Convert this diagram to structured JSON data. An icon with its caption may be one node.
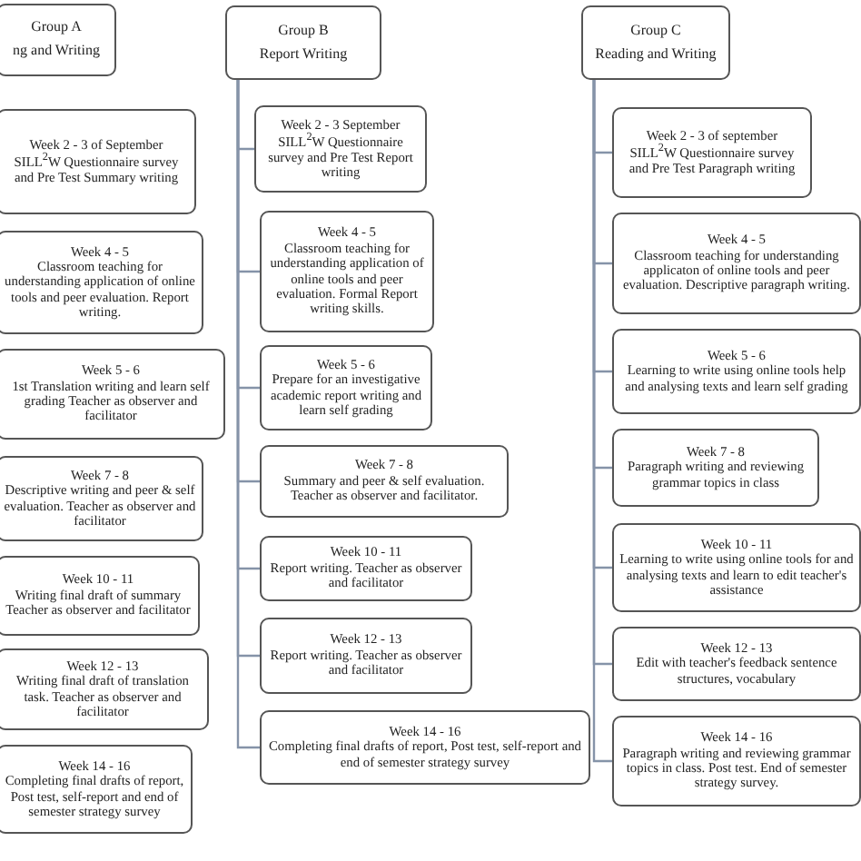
{
  "diagram": {
    "nodes": [
      {
        "text": [
          "Group A",
          "ng and Writing"
        ]
      },
      {
        "text": [
          "Week 2 - 3 of September",
          "SILL$^{2}$W Questionnaire survey and Pre Test Summary writing"
        ]
      },
      {
        "text": [
          "Week 4 - 5",
          "Classroom teaching for understanding application of online tools and peer evaluation. Report writing."
        ]
      },
      {
        "text": [
          "Week 5 - 6",
          "1st Translation writing and learn self grading Teacher as observer and facilitator"
        ]
      },
      {
        "text": [
          "Week 7 - 8",
          "Descriptive writing and peer & self evaluation. Teacher as observer and facilitator"
        ]
      },
      {
        "text": [
          "Week 10 - 11",
          "Writing final draft of summary Teacher as observer and facilitator"
        ]
      },
      {
        "text": [
          "Week 12 - 13",
          "Writing final draft of translation task. Teacher as observer and facilitator"
        ]
      },
      {
        "text": [
          "Week 14 - 16",
          "Completing final drafts of report, Post test, self-report and end of semester strategy survey"
        ]
      },
      {
        "text": [
          "Group B",
          "Report Writing"
        ]
      },
      {
        "text": [
          "Week 2 - 3 September",
          "SILL$^{2}$W Questionnaire survey and Pre Test Report writing"
        ]
      },
      {
        "text": [
          "Week 4 - 5",
          "Classroom teaching for understanding application of online tools and peer evaluation. Formal Report writing skills."
        ]
      },
      {
        "text": [
          "Week 5 - 6",
          "Prepare for an investigative academic report writing and learn self grading"
        ]
      },
      {
        "text": [
          "Week 7 - 8",
          "Summary and peer & self evaluation. Teacher as observer and facilitator."
        ]
      },
      {
        "text": [
          "Week 10 - 11",
          "Report writing. Teacher as observer and facilitator"
        ]
      },
      {
        "text": [
          "Week 12 - 13",
          "Report writing. Teacher as observer and facilitator"
        ]
      },
      {
        "text": [
          "Week 14 - 16",
          "Completing final drafts of report, Post test, self-report and end of semester strategy survey"
        ]
      },
      {
        "text": [
          "Group C",
          "Reading and Writing"
        ]
      },
      {
        "text": [
          "Week 2 - 3 of september",
          "SILL$^{2}$W Questionnaire survey and Pre Test Paragraph writing"
        ]
      },
      {
        "text": [
          "Week 4 - 5",
          "Classroom teaching for understanding applicaton of online tools and peer evaluation. Descriptive paragraph writing."
        ]
      },
      {
        "text": [
          "Week 5 - 6",
          "Learning to write using online tools help and analysing texts and learn self grading"
        ]
      },
      {
        "text": [
          "Week 7 - 8",
          "Paragraph writing and reviewing grammar topics in class"
        ]
      },
      {
        "text": [
          "Week 10 - 11",
          "Learning to write using online tools for and analysing texts and learn to edit teacher's assistance"
        ]
      },
      {
        "text": [
          "Week 12 - 13",
          "Edit with teacher's feedback sentence structures, vocabulary"
        ]
      },
      {
        "text": [
          "Week 14 - 16",
          "Paragraph writing and reviewing grammar topics in class. Post test. End of semester strategy survey."
        ]
      }
    ],
    "edges": [
      {
        "from": 8,
        "to": 9,
        "arrow": "none"
      },
      {
        "from": 8,
        "to": 10,
        "arrow": "none"
      },
      {
        "from": 8,
        "to": 11,
        "arrow": "none"
      },
      {
        "from": 8,
        "to": 12,
        "arrow": "none"
      },
      {
        "from": 8,
        "to": 13,
        "arrow": "none"
      },
      {
        "from": 8,
        "to": 14,
        "arrow": "none"
      },
      {
        "from": 8,
        "to": 15,
        "arrow": "none"
      },
      {
        "from": 16,
        "to": 17,
        "arrow": "none"
      },
      {
        "from": 16,
        "to": 18,
        "arrow": "none"
      },
      {
        "from": 16,
        "to": 19,
        "arrow": "none"
      },
      {
        "from": 16,
        "to": 20,
        "arrow": "none"
      },
      {
        "from": 16,
        "to": 21,
        "arrow": "none"
      },
      {
        "from": 16,
        "to": 22,
        "arrow": "none"
      },
      {
        "from": 16,
        "to": 23,
        "arrow": "none"
      }
    ]
  }
}
